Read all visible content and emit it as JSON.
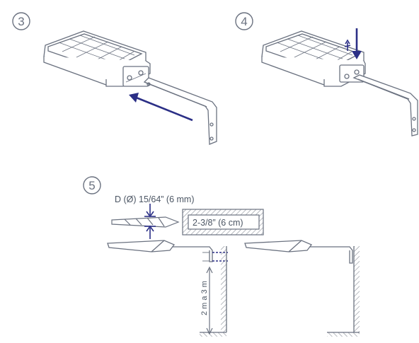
{
  "steps": [
    {
      "number": "3"
    },
    {
      "number": "4"
    },
    {
      "number": "5"
    }
  ],
  "drill": {
    "diameter_label": "D (Ø) 15/64” (6 mm)",
    "depth_label": "2-3/8” (6 cm)"
  },
  "mounting": {
    "height_label": "2 m a 3 m"
  },
  "colors": {
    "line": "#6b7280",
    "accent": "#2b2f86",
    "hatch": "#9ca3af"
  }
}
